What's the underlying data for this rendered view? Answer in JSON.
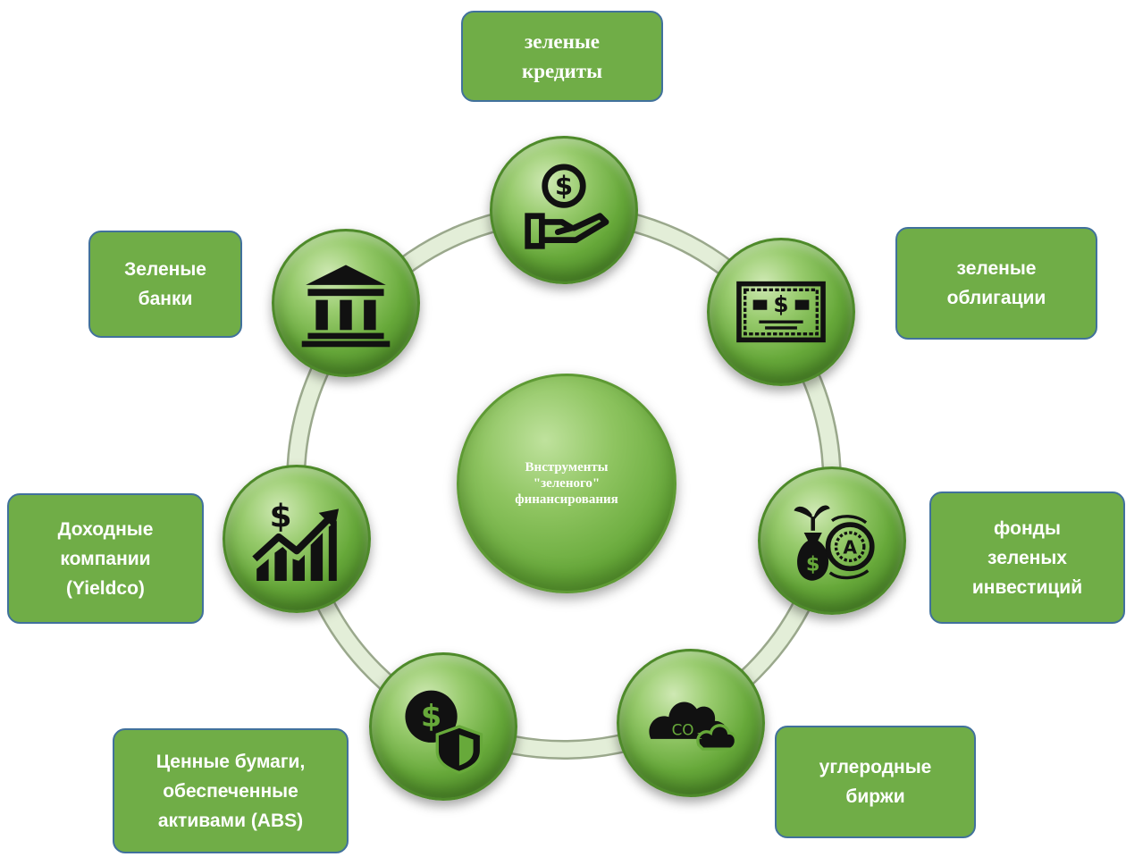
{
  "center": {
    "label": "Внструменты \"зеленого\" финансирования"
  },
  "instruments": [
    {
      "label": "зеленые\nкредиты",
      "icon": "money-hand-icon"
    },
    {
      "label": "зеленые\nоблигации",
      "icon": "bond-certificate-icon"
    },
    {
      "label": "фонды\nзеленых\nинвестиций",
      "icon": "investment-fund-icon"
    },
    {
      "label": "углеродные\nбиржи",
      "icon": "co2-cloud-icon"
    },
    {
      "label": "Ценные бумаги,\nобеспеченные\nактивами (ABS)",
      "icon": "dollar-shield-icon"
    },
    {
      "label": "Доходные\nкомпании\n(Yieldco)",
      "icon": "growth-chart-icon"
    },
    {
      "label": "Зеленые\nбанки",
      "icon": "bank-icon"
    }
  ],
  "colors": {
    "box_fill": "#70ad47",
    "box_border": "#41719c",
    "node_green": "#67a93a",
    "ring": "#d9e8cc"
  }
}
